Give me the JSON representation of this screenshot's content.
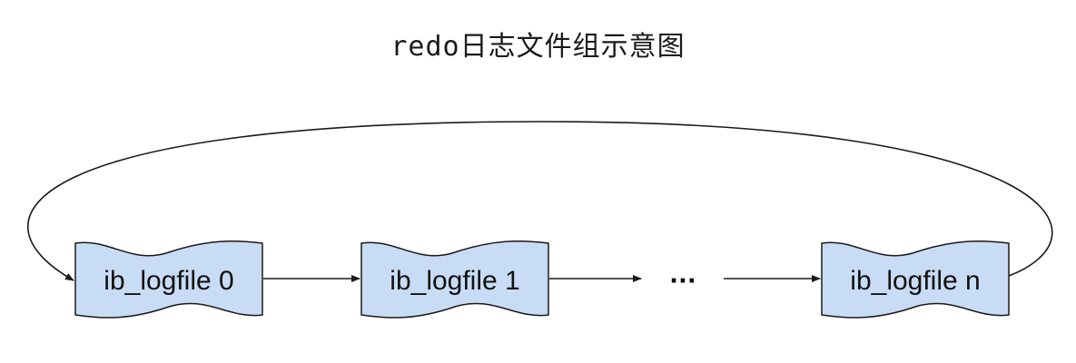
{
  "title": "redo日志文件组示意图",
  "colors": {
    "node_fill": "#c9dcf5",
    "node_stroke": "#1a1a1a",
    "edge": "#1a1a1a"
  },
  "nodes": [
    {
      "label": "ib_logfile 0"
    },
    {
      "label": "ib_logfile 1"
    },
    {
      "label": "ib_logfile n"
    }
  ],
  "ellipsis": "···",
  "edges": [
    {
      "from": "ib_logfile 0",
      "to": "ib_logfile 1"
    },
    {
      "from": "ib_logfile 1",
      "to": "···"
    },
    {
      "from": "···",
      "to": "ib_logfile n"
    },
    {
      "from": "ib_logfile n",
      "to": "ib_logfile 0",
      "style": "loop-back"
    }
  ]
}
